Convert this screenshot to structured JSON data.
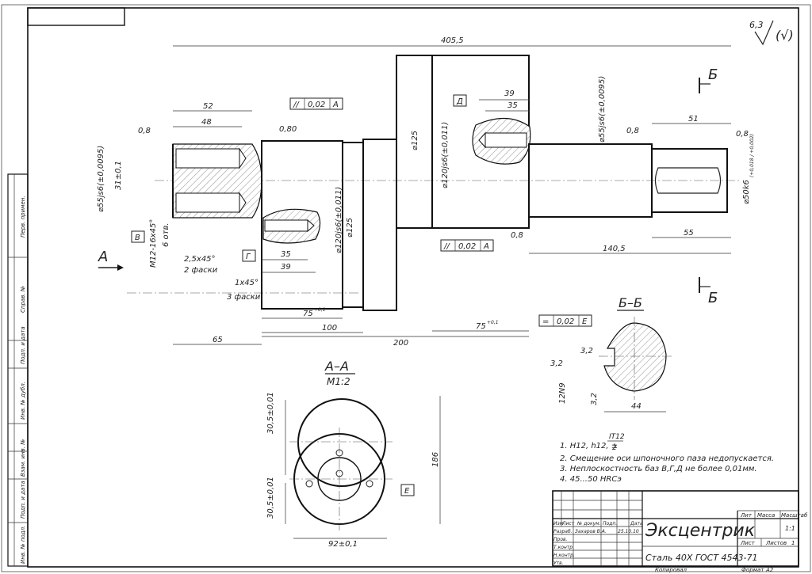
{
  "drawing": {
    "roughness": "6,3",
    "roughness_rest": "(√)",
    "section_labels": {
      "aa": "A–A",
      "aa_scale": "M1:2",
      "bb": "Б–Б",
      "arrow_a": "A",
      "arrow_b_top": "Б",
      "arrow_b_bottom": "Б"
    },
    "datums": [
      "В",
      "Г",
      "Д",
      "Е"
    ],
    "tolerance_frames": [
      {
        "symbol": "//",
        "value": "0,02",
        "datum": "A"
      },
      {
        "symbol": "//",
        "value": "0,02",
        "datum": "A"
      },
      {
        "symbol": "=",
        "value": "0,02",
        "datum": "Е"
      }
    ],
    "dimensions": {
      "overall": "405,5",
      "d52": "52",
      "d48": "48",
      "r08a": "0,8",
      "r080": "0,80",
      "r08b": "0,8",
      "r08c": "0,8",
      "r08d": "0,8",
      "left_dia": "⌀55js6(±0,0095)",
      "left_31": "31±0,1",
      "thread": "M12-16x45°",
      "thread_count": "6 отв.",
      "cham1": "2,5x45°",
      "cham1_note": "2 фаски",
      "cham2": "1x45°",
      "cham2_note": "3 фаски",
      "d35a": "35",
      "d39a": "39",
      "dia120a": "⌀120js6(±0,011)",
      "dia125a": "⌀125",
      "dia125b": "⌀125",
      "dia120b": "⌀120js6(±0,011)",
      "d39b": "39",
      "d35b": "35",
      "right_dia55": "⌀55js6(±0,0095)",
      "d51": "51",
      "right_dia50": "⌀50k6",
      "right_dia50_tol": "(+0,018 / +0,002)",
      "d55": "55",
      "d140": "140,5",
      "d75a": "75",
      "d75a_tol": "+0,1",
      "d100": "100",
      "d75b": "75",
      "d75b_tol": "+0,1",
      "d65": "65",
      "d200": "200"
    },
    "section_aa_dims": {
      "top": "30,5±0,01",
      "bottom": "30,5±0,01",
      "height": "186",
      "width": "92±0,1"
    },
    "section_bb_dims": {
      "d32a": "3,2",
      "d32b": "3,2",
      "d32c": "3,2",
      "slot": "12N9",
      "width": "44"
    },
    "notes": [
      "1. H12, h12, ±",
      "2. Смещение оси шпоночного паза недопускается.",
      "3. Неплоскостность баз В,Г,Д не более 0,01мм.",
      "4. 45...50 HRCэ"
    ],
    "note1_fraction_num": "IT12",
    "note1_fraction_den": "2"
  },
  "title_block": {
    "part_name": "Эксцентрик",
    "material": "Сталь 40Х ГОСТ 4543-71",
    "lit": "Лит",
    "mass": "Масса",
    "scale": "Масштаб",
    "scale_value": "1:1",
    "sheet": "Лист",
    "sheets": "Листов",
    "sheets_value": "1",
    "copied": "Копировал",
    "format": "Формат",
    "format_value": "A2",
    "rows": {
      "izm": "Изм",
      "list": "Лист",
      "doc": "№ докум.",
      "sign": "Подп.",
      "date": "Дата",
      "razrab": "Разраб.",
      "razrab_name": "Захаров В.А.",
      "razrab_date": "25.10.10",
      "prov": "Пров.",
      "tkontr": "Т.контр.",
      "nkontr": "Н.контр.",
      "utv": "Утв."
    }
  },
  "side_strip": {
    "labels": [
      "Перв. примен.",
      "Справ. №",
      "Подп. и дата",
      "Инв. № дубл.",
      "Взам. инв. №",
      "Подп. и дата",
      "Инв. № подл."
    ]
  }
}
